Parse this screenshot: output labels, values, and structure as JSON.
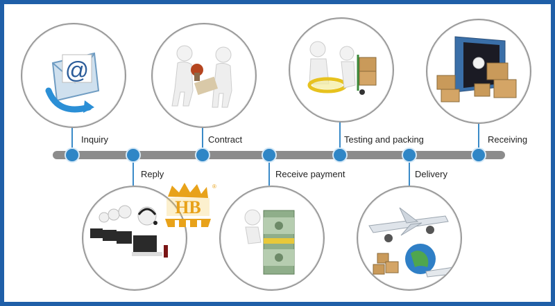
{
  "steps": {
    "inquiry": "Inquiry",
    "reply": "Reply",
    "contract": "Contract",
    "receive_payment": "Receive payment",
    "testing_packing": "Testing and packing",
    "delivery": "Delivery",
    "receiving": "Receiving"
  },
  "logo": {
    "text": "HB",
    "mark": "®"
  },
  "icons": {
    "inquiry": "email-at-icon",
    "contract": "handshake-stamp-icon",
    "testing": "magnifier-cart-icon",
    "receiving": "container-boxes-icon",
    "reply": "call-center-icon",
    "payment": "money-stack-icon",
    "delivery": "plane-globe-icon"
  },
  "colors": {
    "frame": "#1f5fa8",
    "dot": "#2f86c6",
    "bar": "#8c8c8c",
    "logo": "#e8a21a"
  }
}
